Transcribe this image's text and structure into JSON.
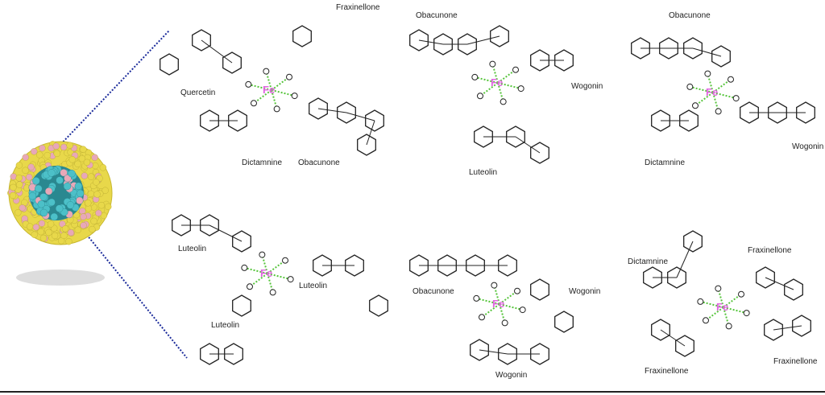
{
  "metal": "Fe",
  "colors": {
    "bond": "#222222",
    "interaction": "#55c43a",
    "metal": "#e066e0",
    "shell": "#e8d84a",
    "core": "#4cc0c8",
    "pink": "#e8a8b8",
    "zoomline": "#1a2a9a"
  },
  "panels": [
    {
      "labels": [
        "Fraxinellone",
        "Quercetin",
        "Dictamnine",
        "Obacunone"
      ]
    },
    {
      "labels": [
        "Obacunone",
        "Wogonin",
        "Luteolin"
      ]
    },
    {
      "labels": [
        "Obacunone",
        "Dictamnine",
        "Wogonin"
      ]
    },
    {
      "labels": [
        "Luteolin",
        "Luteolin",
        "Luteolin"
      ]
    },
    {
      "labels": [
        "Obacunone",
        "Wogonin",
        "Wogonin"
      ]
    },
    {
      "labels": [
        "Dictamnine",
        "Fraxinellone",
        "Fraxinellone",
        "Fraxinellone"
      ]
    }
  ]
}
